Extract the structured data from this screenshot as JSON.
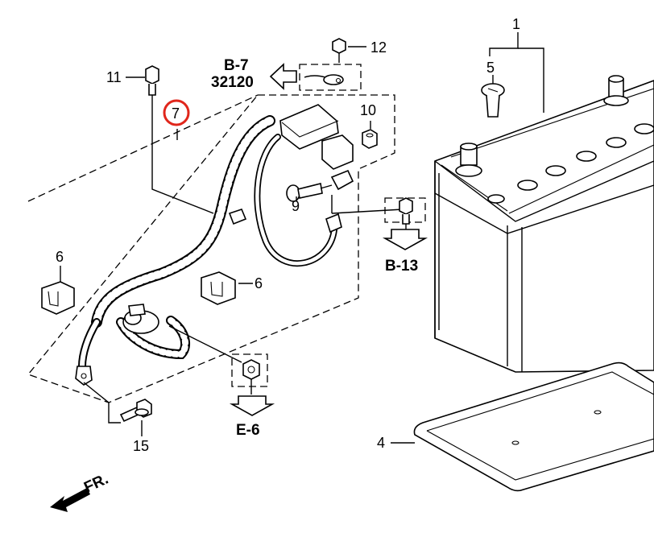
{
  "callouts": {
    "c1": "1",
    "c4": "4",
    "c5": "5",
    "c6a": "6",
    "c6b": "6",
    "c7": "7",
    "c9": "9",
    "c10": "10",
    "c11": "11",
    "c12": "12",
    "c15": "15"
  },
  "references": {
    "b7_line1": "B-7",
    "b7_line2": "32120",
    "b13": "B-13",
    "e6": "E-6"
  },
  "direction": {
    "label": "FR."
  },
  "colors": {
    "highlight_circle": "#e0261b",
    "lines": "#000000"
  }
}
